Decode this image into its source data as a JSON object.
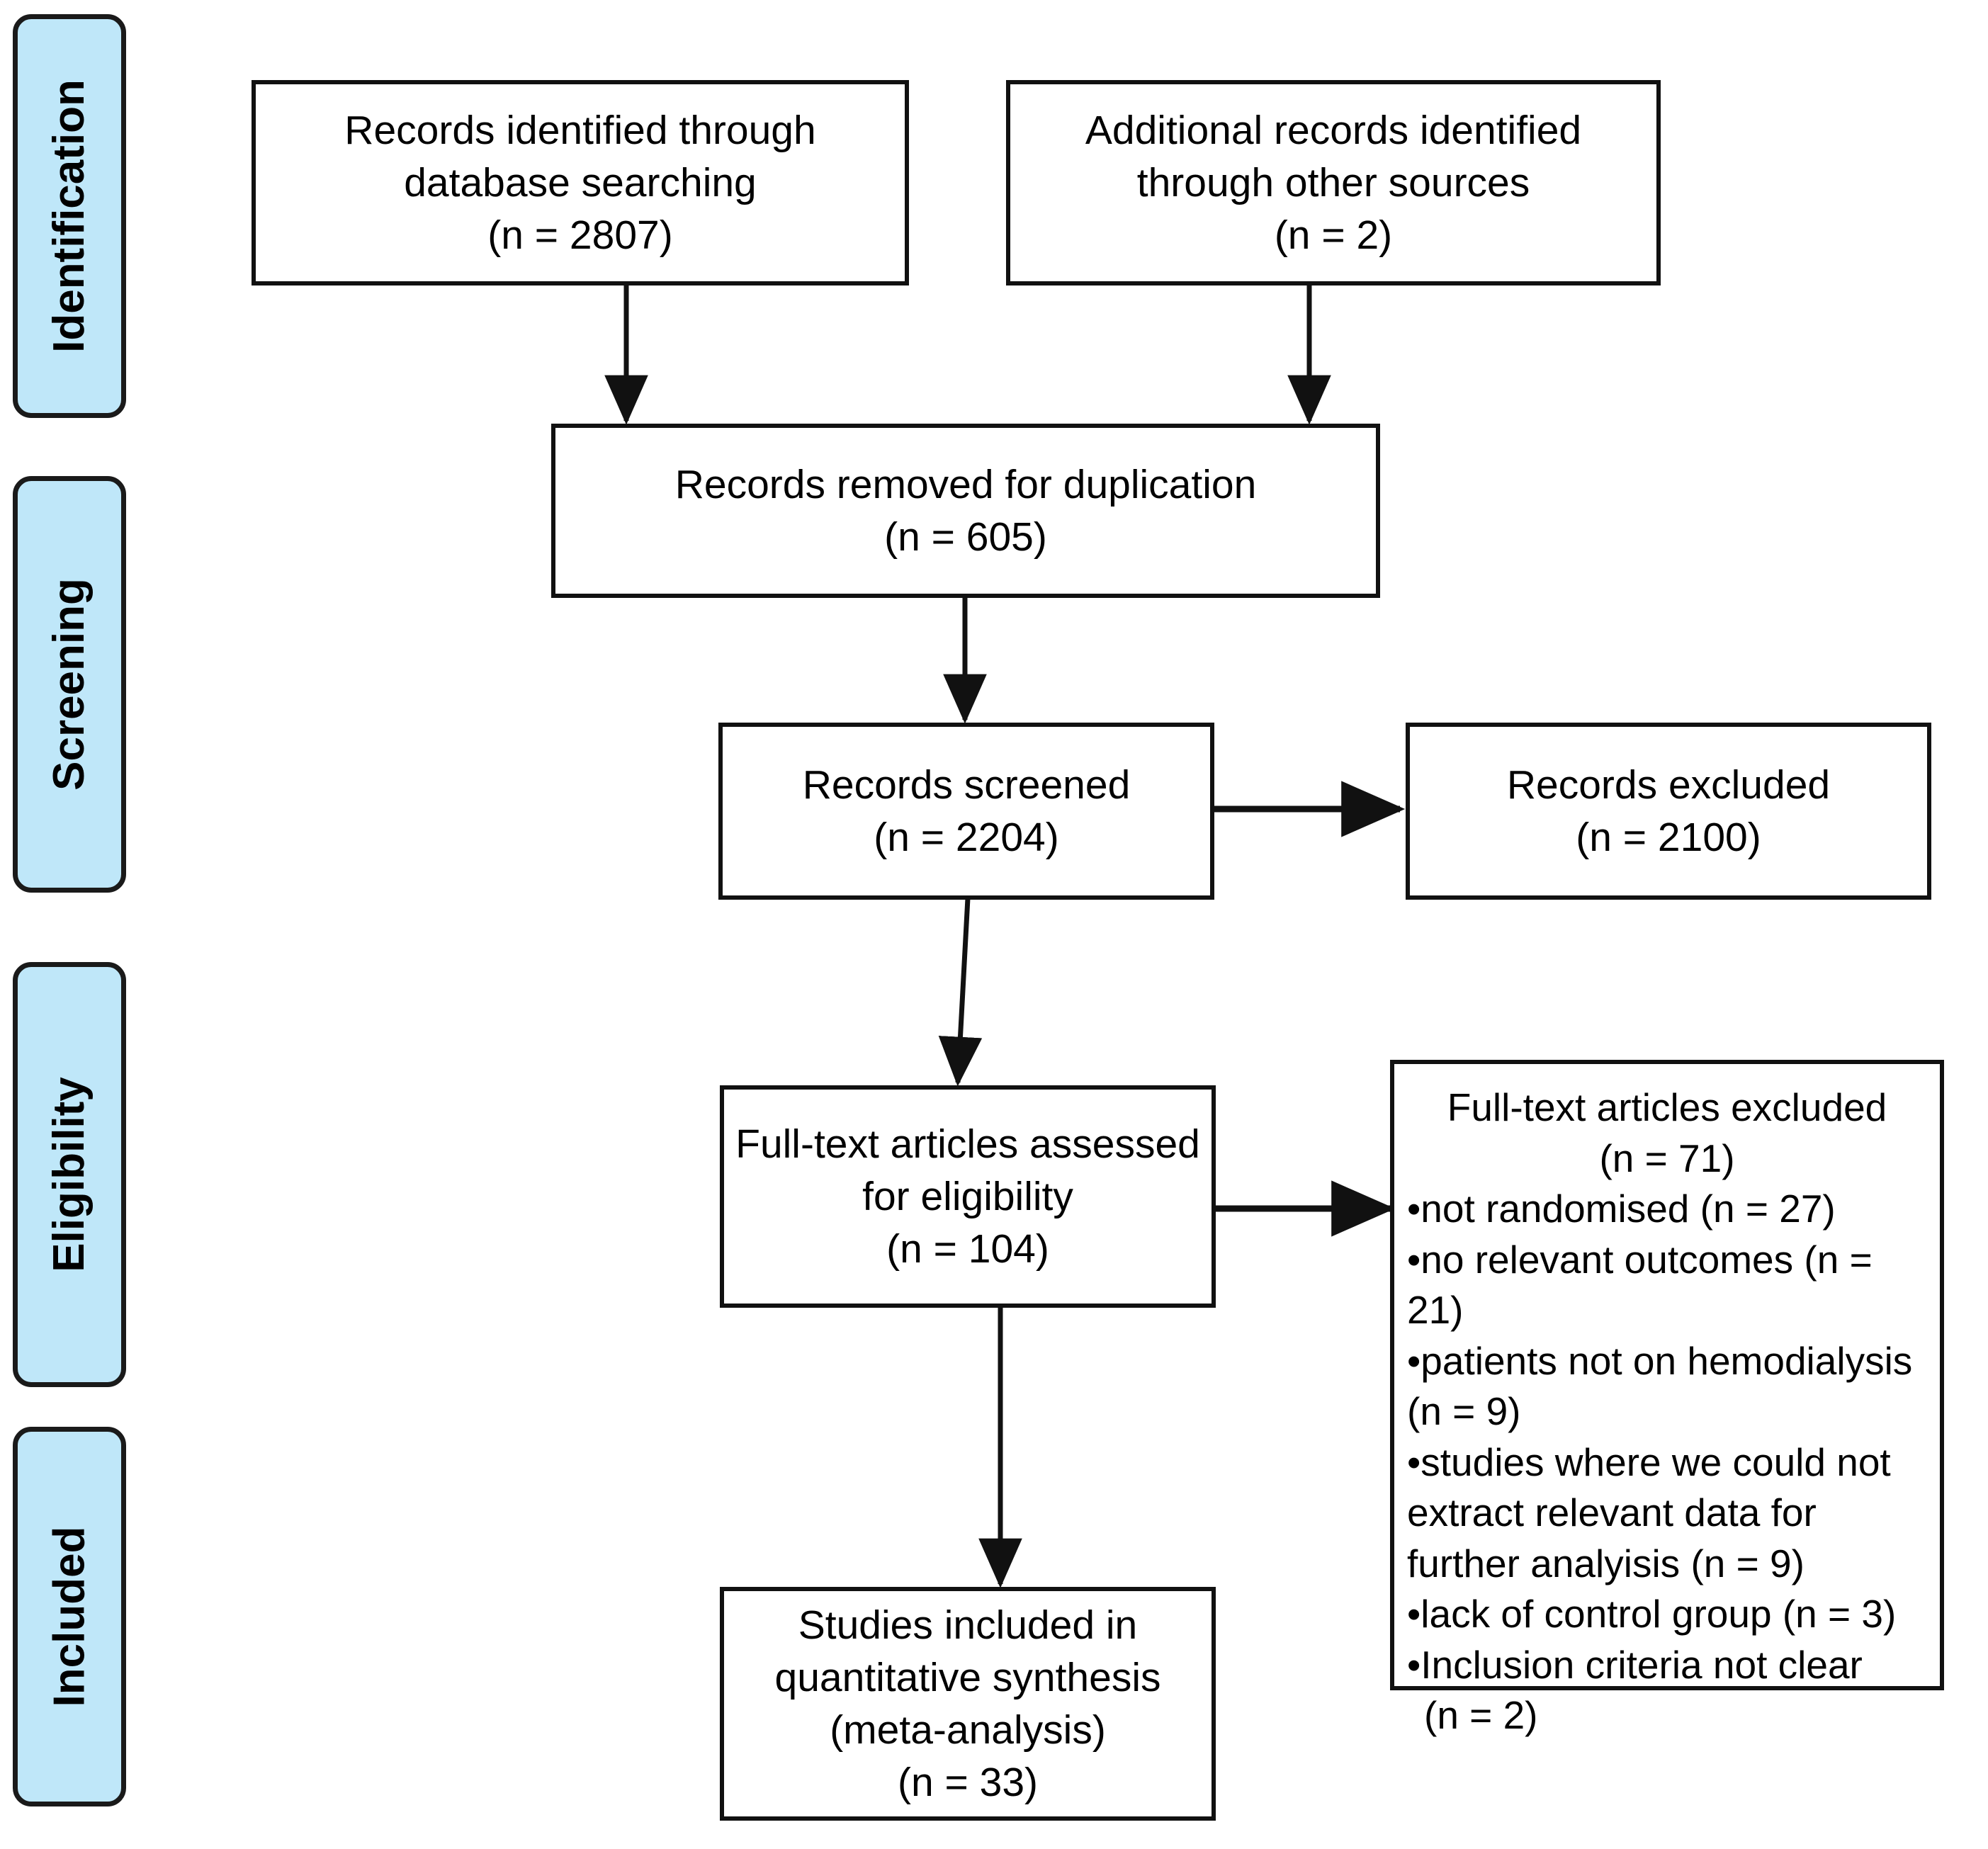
{
  "diagram": {
    "title": "PRISMA flow diagram",
    "accent_color": "#BFE7F9",
    "line_color": "#111111",
    "background": "#ffffff"
  },
  "stages": [
    {
      "id": "identification",
      "label": "Identification"
    },
    {
      "id": "screening",
      "label": "Screening"
    },
    {
      "id": "eligibility",
      "label": "Eligibility"
    },
    {
      "id": "included",
      "label": "Included"
    }
  ],
  "boxes": {
    "database_search": {
      "line1": "Records identified through",
      "line2": "database searching",
      "line3": "(n =  2807)",
      "count": 2807
    },
    "other_sources": {
      "line1": "Additional records identified",
      "line2": "through other sources",
      "line3": "(n = 2)",
      "count": 2
    },
    "duplicates_removed": {
      "line1": "Records removed for duplication",
      "line2": "(n = 605)",
      "count": 605
    },
    "records_screened": {
      "line1": "Records screened",
      "line2": "(n = 2204)",
      "count": 2204
    },
    "records_excluded": {
      "line1": "Records excluded",
      "line2": "(n = 2100)",
      "count": 2100
    },
    "fulltext_assessed": {
      "line1": "Full-text articles assessed",
      "line2": "for eligibility",
      "line3": "(n = 104)",
      "count": 104
    },
    "fulltext_excluded": {
      "head1": "Full-text articles excluded",
      "head2": "(n =  71)",
      "count": 71,
      "reasons": [
        {
          "text": "not randomised (n = 27)",
          "count": 27
        },
        {
          "text": "no relevant outcomes (n = 21)",
          "count": 21
        },
        {
          "text": "patients not on hemodialysis",
          "count": 9,
          "continuation": "(n = 9)"
        },
        {
          "text": "studies where we could not",
          "count": 9,
          "continuation2": "extract relevant data for",
          "continuation3": "further analyisis (n = 9)"
        },
        {
          "text": "lack of control group (n = 3)",
          "count": 3
        },
        {
          "text": "Inclusion criteria not clear",
          "count": 2,
          "continuation": " (n = 2)"
        }
      ]
    },
    "studies_included": {
      "line1": "Studies included in",
      "line2": "quantitative synthesis",
      "line3": "(meta-analysis)",
      "line4": "(n = 33)",
      "count": 33
    }
  }
}
